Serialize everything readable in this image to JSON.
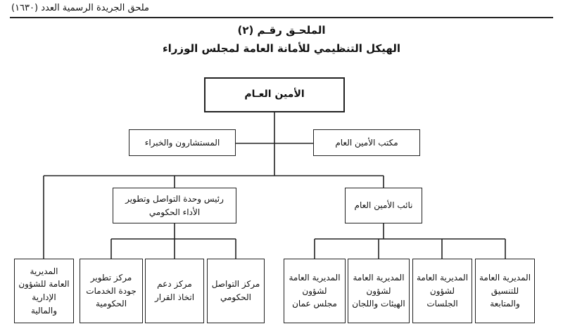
{
  "header": {
    "running_title": "ملحق الجريدة الرسمية العدد (١٦٣٠)"
  },
  "titles": {
    "annex": "الملحـق رقـم (٢)",
    "chart_title": "الهيكل التنظيمي للأمانة العامة لمجلس الوزراء"
  },
  "org": {
    "top": "الأمين العـام",
    "office": "مكتب الأمين العام",
    "advisors": "المستشارون والخبراء",
    "comm_unit_head": "رئيس وحدة التواصل وتطوير\nالأداء الحكومي",
    "deputy": "نائب الأمين العام",
    "left_units": [
      "المديرية\nالعامة للشؤون\nالإدارية والمالية",
      "مركز تطوير\nجودة الخدمات\nالحكومية",
      "مركز دعم\nاتخاذ القرار",
      "مركز التواصل\nالحكومي"
    ],
    "deputy_units": [
      "المديرية العامة\nلشؤون\nمجلس عمان",
      "المديرية العامة\nلشؤون\nالهيئات واللجان",
      "المديرية العامة\nلشؤون الجلسات",
      "المديرية العامة\nللتنسيق والمتابعة"
    ]
  }
}
